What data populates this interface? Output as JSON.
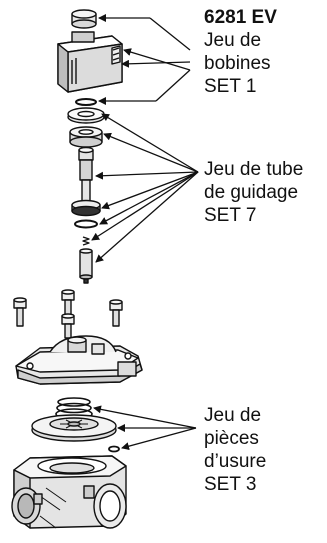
{
  "model": "6281 EV",
  "groups": [
    {
      "lines": [
        "Jeu de",
        "bobines",
        "SET 1"
      ]
    },
    {
      "lines": [
        "Jeu de tube",
        "de guidage",
        "SET 7"
      ]
    },
    {
      "lines": [
        "Jeu de",
        "pièces",
        "d’usure",
        "SET 3"
      ]
    }
  ]
}
